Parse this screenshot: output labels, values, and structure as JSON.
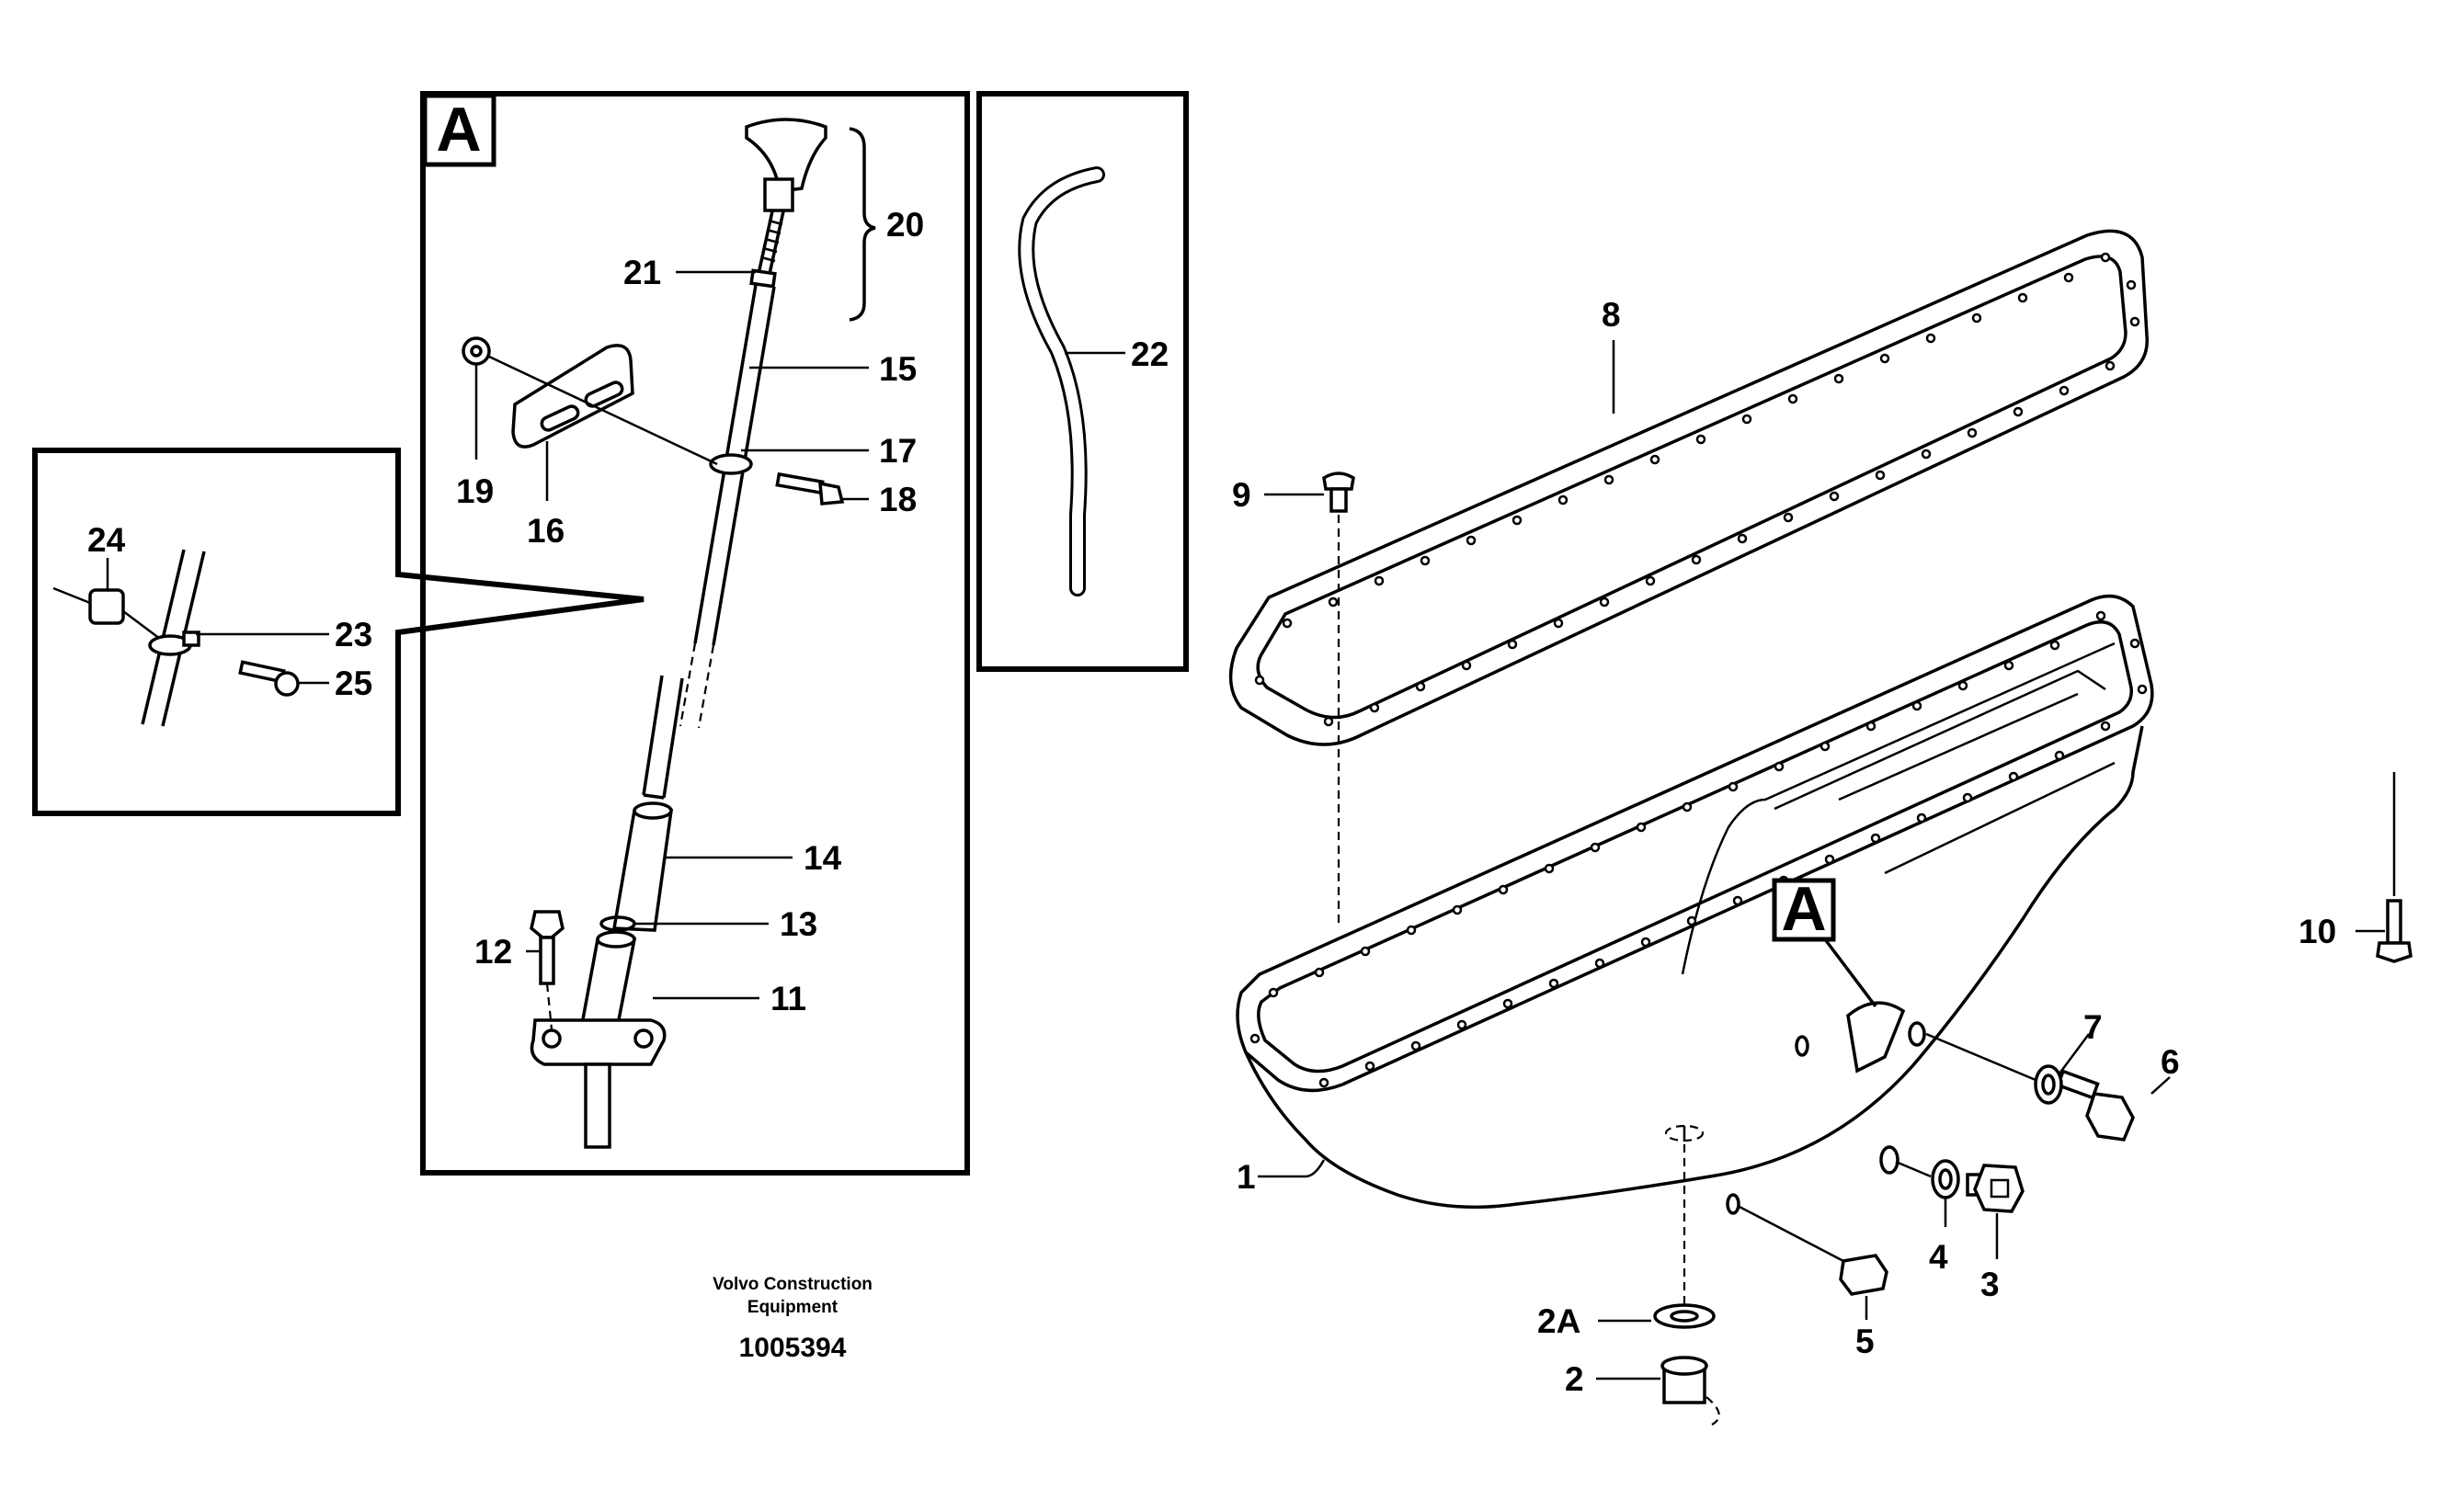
{
  "detail_label": "A",
  "callouts": {
    "c1": "1",
    "c2": "2",
    "c2a": "2A",
    "c3": "3",
    "c4": "4",
    "c5": "5",
    "c6": "6",
    "c7": "7",
    "c8": "8",
    "c9": "9",
    "c10": "10",
    "c11": "11",
    "c12": "12",
    "c13": "13",
    "c14": "14",
    "c15": "15",
    "c16": "16",
    "c17": "17",
    "c18": "18",
    "c19": "19",
    "c20": "20",
    "c21": "21",
    "c22": "22",
    "c23": "23",
    "c24": "24",
    "c25": "25"
  },
  "credit": {
    "line1": "Volvo Construction",
    "line2": "Equipment",
    "drawing_number": "1005394"
  }
}
